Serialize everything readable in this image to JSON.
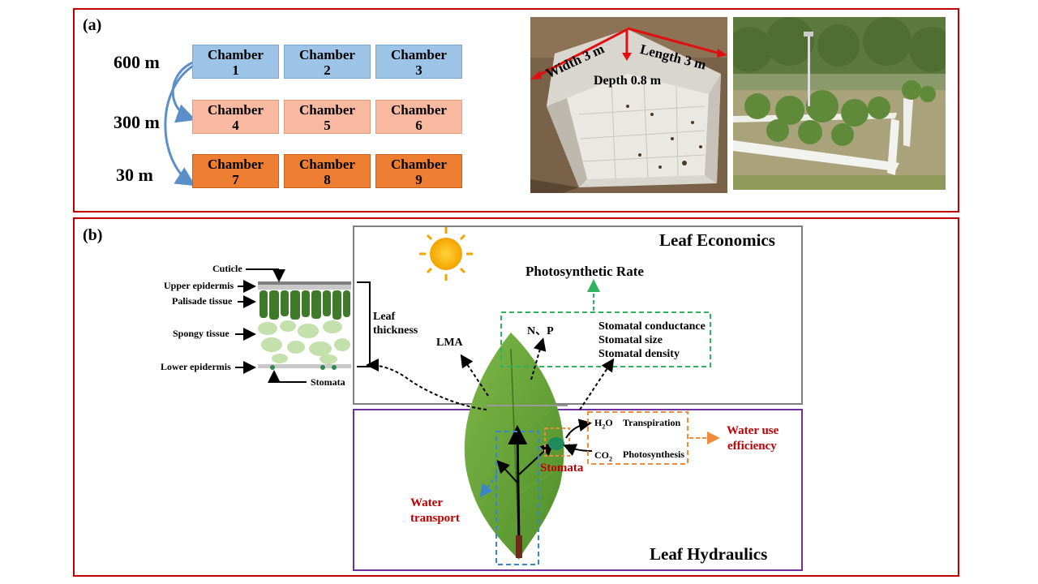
{
  "panel_a": {
    "label": "(a)",
    "altitudes": [
      "600 m",
      "300 m",
      "30 m"
    ],
    "chambers": [
      {
        "word": "Chamber",
        "num": "1"
      },
      {
        "word": "Chamber",
        "num": "2"
      },
      {
        "word": "Chamber",
        "num": "3"
      },
      {
        "word": "Chamber",
        "num": "4"
      },
      {
        "word": "Chamber",
        "num": "5"
      },
      {
        "word": "Chamber",
        "num": "6"
      },
      {
        "word": "Chamber",
        "num": "7"
      },
      {
        "word": "Chamber",
        "num": "8"
      },
      {
        "word": "Chamber",
        "num": "9"
      }
    ],
    "photo_labels": {
      "width": "Width 3 m",
      "length": "Length 3 m",
      "depth": "Depth 0.8 m"
    },
    "colors": {
      "row1": "#9dc3e6",
      "row2": "#f8b9a0",
      "row3": "#ed7d31",
      "arrow": "#5b8fc9",
      "border": "#c00000"
    }
  },
  "panel_b": {
    "label": "(b)",
    "leaf_economics": "Leaf Economics",
    "leaf_hydraulics": "Leaf Hydraulics",
    "photosynthetic_rate": "Photosynthetic Rate",
    "np": "N、P",
    "lma": "LMA",
    "stomatal_traits": [
      "Stomatal conductance",
      "Stomatal size",
      "Stomatal density"
    ],
    "cross_section": {
      "cuticle": "Cuticle",
      "upper_epidermis": "Upper epidermis",
      "palisade": "Palisade tissue",
      "spongy": "Spongy tissue",
      "lower_epidermis": "Lower epidermis",
      "stomata": "Stomata",
      "leaf_thickness_1": "Leaf",
      "leaf_thickness_2": "thickness"
    },
    "h2o": "H",
    "h2o_sub": "2",
    "h2o_tail": "O",
    "transpiration": "Transpiration",
    "co2": "CO",
    "co2_sub": "2",
    "photosynthesis": "Photosynthesis",
    "stomata_red": "Stomata",
    "water_use_1": "Water use",
    "water_use_2": "efficiency",
    "water_transport_1": "Water",
    "water_transport_2": "transport",
    "colors": {
      "green_dash": "#2fb35e",
      "orange_dash": "#f08a3c",
      "blue_dash": "#3a86c8",
      "hydraulics_border": "#7030a0",
      "economics_border": "#808080",
      "red_text": "#c00000"
    }
  }
}
